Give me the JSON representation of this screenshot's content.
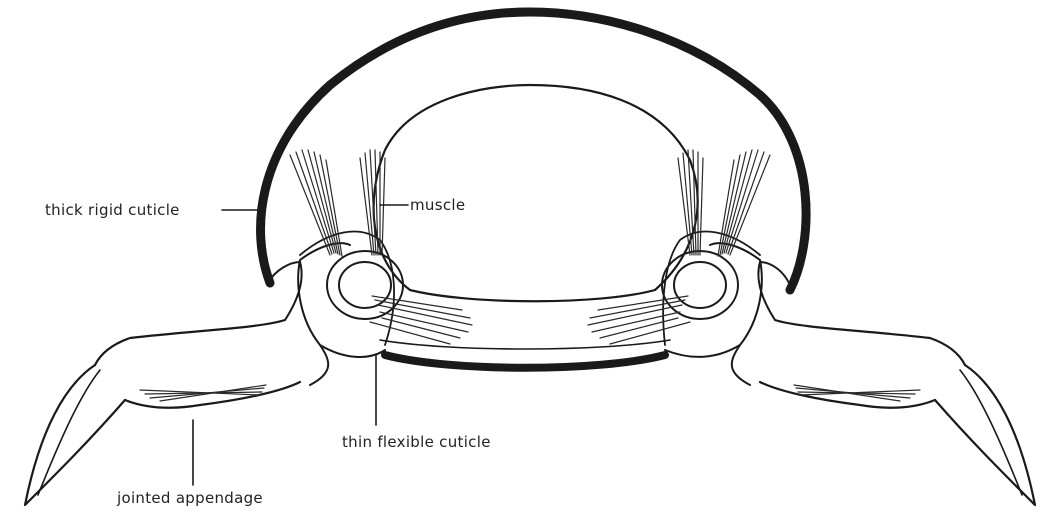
{
  "labels": {
    "thick_rigid_cuticle": "thick rigid cuticle",
    "muscle": "muscle",
    "thin_flexible_cuticle": "thin flexible cuticle",
    "jointed_appendage": "jointed appendage"
  },
  "colors": {
    "ink": "#1a1a1a",
    "background": "#ffffff"
  }
}
